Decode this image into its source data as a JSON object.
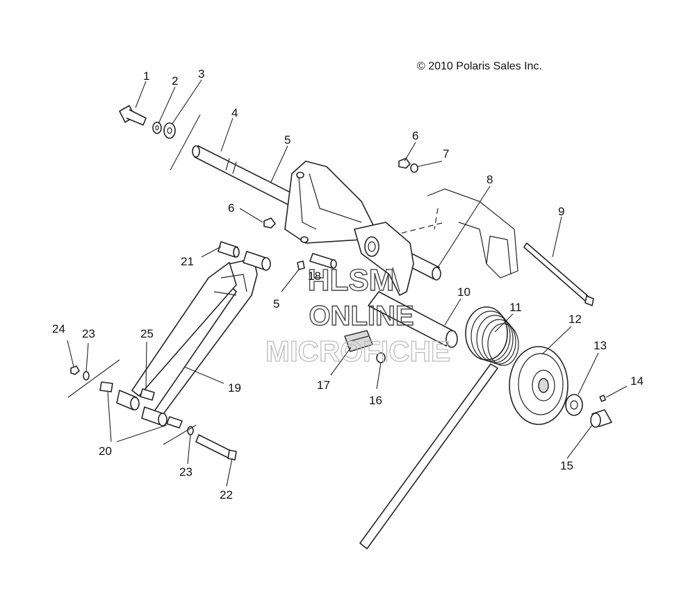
{
  "copyright": "© 2010 Polaris Sales Inc.",
  "watermark": {
    "line1": "HLSM",
    "line2": "ONLINE",
    "line3": "MICROFICHE"
  },
  "callouts": [
    "1",
    "2",
    "3",
    "4",
    "5",
    "6",
    "7",
    "8",
    "9",
    "5",
    "18",
    "10",
    "11",
    "12",
    "13",
    "14",
    "15",
    "16",
    "17",
    "6",
    "21",
    "24",
    "23",
    "25",
    "19",
    "20",
    "23",
    "22"
  ]
}
